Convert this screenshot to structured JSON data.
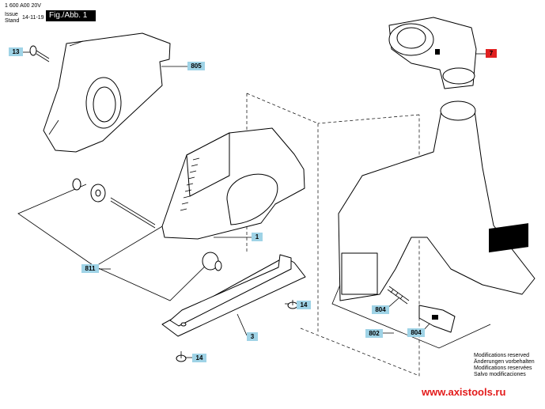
{
  "header": {
    "doc_number": "1 600 A00 20V",
    "issue_label": "Issue",
    "stand_label": "Stand",
    "date": "14-11-19",
    "figure_label": "Fig./Abb. 1"
  },
  "parts": [
    {
      "id": "p13",
      "label": "13"
    },
    {
      "id": "p805",
      "label": "805"
    },
    {
      "id": "p7",
      "label": "7",
      "highlight": "#e02020"
    },
    {
      "id": "p1",
      "label": "1"
    },
    {
      "id": "p811",
      "label": "811"
    },
    {
      "id": "p14a",
      "label": "14"
    },
    {
      "id": "p3",
      "label": "3"
    },
    {
      "id": "p14b",
      "label": "14"
    },
    {
      "id": "p804a",
      "label": "804"
    },
    {
      "id": "p802",
      "label": "802"
    },
    {
      "id": "p804b",
      "label": "804"
    }
  ],
  "notes": {
    "line1": "Modifications reserved",
    "line2": "Änderungen vorbehalten",
    "line3": "Modifications reservées",
    "line4": "Salvo modificaciones"
  },
  "footer": {
    "url": "www.axistools.ru",
    "url_color": "#e31b1b"
  },
  "colors": {
    "tag_fill": "#9fd3e6",
    "tag_highlight": "#e02020"
  }
}
